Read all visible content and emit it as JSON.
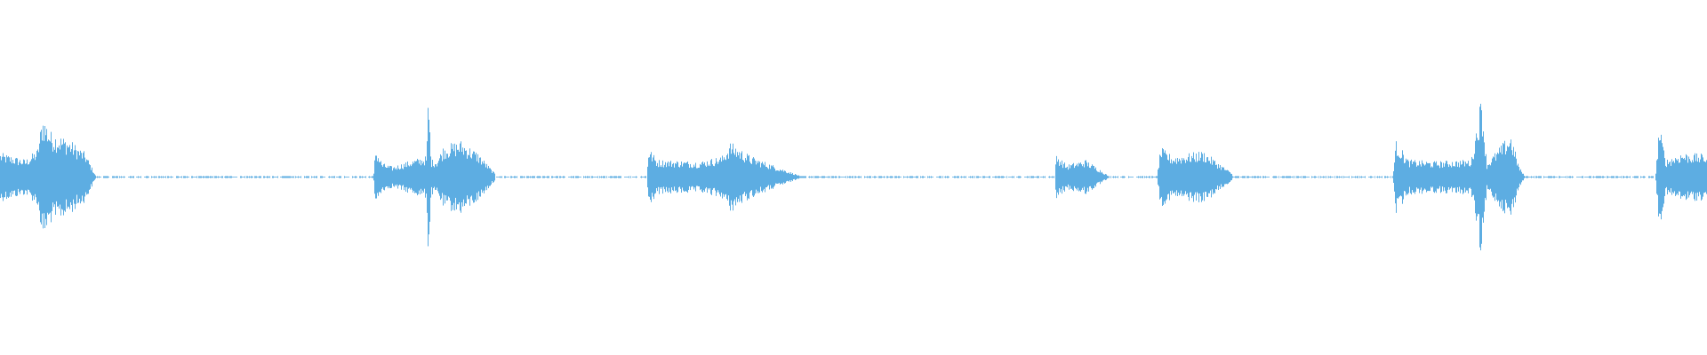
{
  "chart_data": {
    "type": "area",
    "description_of_values": "",
    "color": "#5dade2",
    "background": "#ffffff",
    "grid": false,
    "axes_visible": false,
    "ylim": [
      -1,
      1
    ],
    "xlim": [
      0,
      100
    ],
    "baseline_noise": 0.004,
    "segments": [
      {
        "name": "",
        "envelope": [
          [
            0,
            0.14
          ],
          [
            1.5,
            0.1
          ],
          [
            2.2,
            0.16
          ],
          [
            2.5,
            0.36
          ],
          [
            3,
            0.26
          ],
          [
            4,
            0.22
          ],
          [
            5,
            0.14
          ],
          [
            5.6,
            0.01
          ]
        ]
      },
      {
        "name": "",
        "envelope": [
          [
            21.9,
            0.02
          ],
          [
            22.0,
            0.17
          ],
          [
            22.4,
            0.08
          ],
          [
            23,
            0.06
          ],
          [
            24.2,
            0.1
          ],
          [
            25.0,
            0.12
          ],
          [
            25.1,
            0.51
          ],
          [
            25.25,
            0.1
          ],
          [
            25.6,
            0.1
          ],
          [
            26,
            0.18
          ],
          [
            27,
            0.21
          ],
          [
            28,
            0.14
          ],
          [
            29,
            0.02
          ]
        ]
      },
      {
        "name": "",
        "envelope": [
          [
            37.9,
            0.02
          ],
          [
            38.0,
            0.17
          ],
          [
            38.5,
            0.1
          ],
          [
            41,
            0.09
          ],
          [
            42.3,
            0.12
          ],
          [
            42.8,
            0.2
          ],
          [
            44,
            0.12
          ],
          [
            46.8,
            0.01
          ]
        ]
      },
      {
        "name": "",
        "envelope": [
          [
            61.8,
            0.02
          ],
          [
            61.9,
            0.13
          ],
          [
            62.5,
            0.07
          ],
          [
            63.6,
            0.1
          ],
          [
            64.5,
            0.04
          ],
          [
            64.9,
            0.01
          ]
        ]
      },
      {
        "name": "",
        "envelope": [
          [
            67.8,
            0.02
          ],
          [
            68.0,
            0.17
          ],
          [
            68.7,
            0.12
          ],
          [
            70.5,
            0.15
          ],
          [
            72.2,
            0.02
          ]
        ]
      },
      {
        "name": "",
        "envelope": [
          [
            81.6,
            0.02
          ],
          [
            81.8,
            0.21
          ],
          [
            82.5,
            0.1
          ],
          [
            84,
            0.09
          ],
          [
            86.2,
            0.1
          ],
          [
            86.8,
            0.48
          ],
          [
            87.1,
            0.08
          ],
          [
            88.5,
            0.25
          ],
          [
            89,
            0.06
          ],
          [
            89.3,
            0.01
          ]
        ]
      },
      {
        "name": "",
        "envelope": [
          [
            97.0,
            0.02
          ],
          [
            97.2,
            0.3
          ],
          [
            97.6,
            0.1
          ],
          [
            98.5,
            0.14
          ],
          [
            100,
            0.13
          ]
        ]
      }
    ]
  }
}
